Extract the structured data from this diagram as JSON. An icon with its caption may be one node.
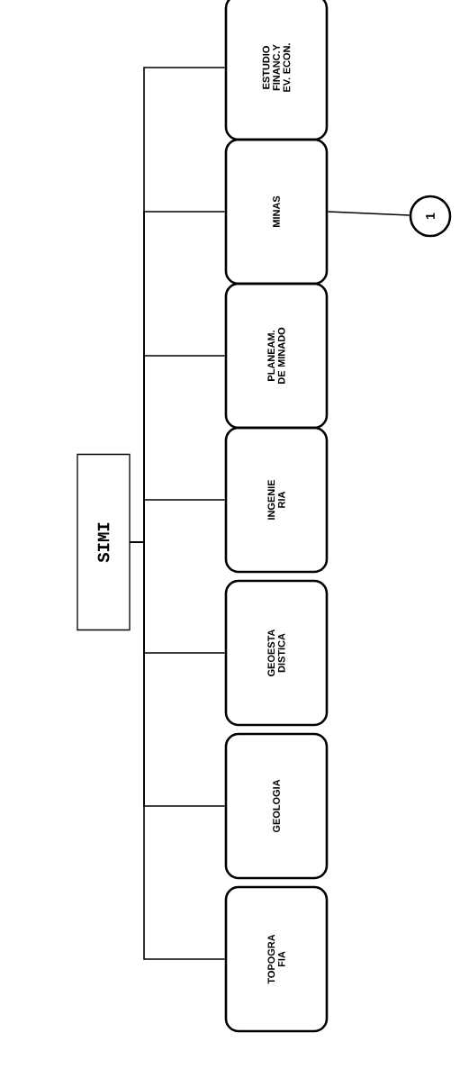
{
  "diagram": {
    "nodes": [
      {
        "text": [
          "SIMI"
        ]
      },
      {
        "text": [
          "TOPOGRA FIA"
        ]
      },
      {
        "text": [
          "GEOLOGIA"
        ]
      },
      {
        "text": [
          "GEOESTA DISTICA"
        ]
      },
      {
        "text": [
          "INGENIE RIA"
        ]
      },
      {
        "text": [
          "PLANEAM. DE MINADO"
        ]
      },
      {
        "text": [
          "MINAS"
        ]
      },
      {
        "text": [
          "ESTUDIO FINANC.Y EV. ECON."
        ]
      },
      {
        "text": [
          "1"
        ]
      }
    ],
    "edges": [
      {
        "from": 0,
        "to": 1,
        "arrow": "none"
      },
      {
        "from": 0,
        "to": 2,
        "arrow": "none"
      },
      {
        "from": 0,
        "to": 3,
        "arrow": "none"
      },
      {
        "from": 0,
        "to": 4,
        "arrow": "none"
      },
      {
        "from": 0,
        "to": 5,
        "arrow": "none"
      },
      {
        "from": 0,
        "to": 6,
        "arrow": "none"
      },
      {
        "from": 0,
        "to": 7,
        "arrow": "none"
      },
      {
        "from": 6,
        "to": 8,
        "arrow": "none"
      }
    ]
  }
}
